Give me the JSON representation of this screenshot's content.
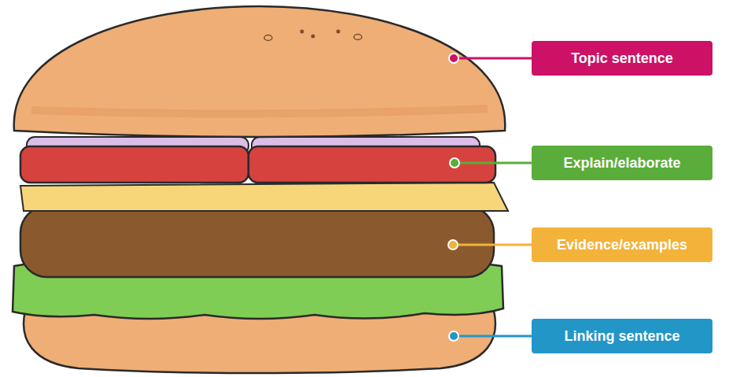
{
  "diagram": {
    "nodes": [
      {
        "text": [
          "Topic sentence"
        ]
      },
      {
        "text": [
          "Explain/elaborate"
        ]
      },
      {
        "text": [
          "Evidence/examples"
        ]
      },
      {
        "text": [
          "Linking sentence"
        ]
      }
    ]
  }
}
